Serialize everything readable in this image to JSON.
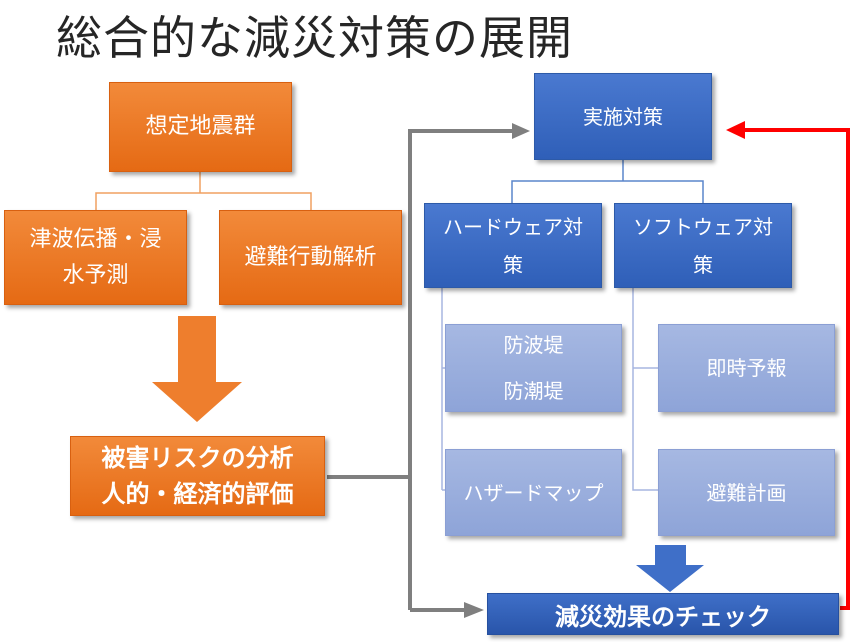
{
  "title": "総合的な減災対策の展開",
  "left": {
    "top": "想定地震群",
    "child_1": [
      "津波伝播・浸",
      "水予測"
    ],
    "child_2": "避難行動解析",
    "analysis": [
      "被害リスクの分析",
      "人的・経済的評価"
    ]
  },
  "right": {
    "top": "実施対策",
    "hard": [
      "ハードウェア対",
      "策"
    ],
    "soft": [
      "ソフトウェア対",
      "策"
    ],
    "hard_items": {
      "box1": [
        "防波堤",
        "防潮堤"
      ],
      "box2": "ハザードマップ"
    },
    "soft_items": {
      "box1": "即時予報",
      "box2": "避難計画"
    },
    "check": "減災効果のチェック"
  },
  "colors": {
    "orange": "#e8701a",
    "blue": "#3a68c0",
    "light_blue": "#97abda",
    "gray_arrow": "#7f7f7f",
    "red_feedback": "#ff0000"
  }
}
